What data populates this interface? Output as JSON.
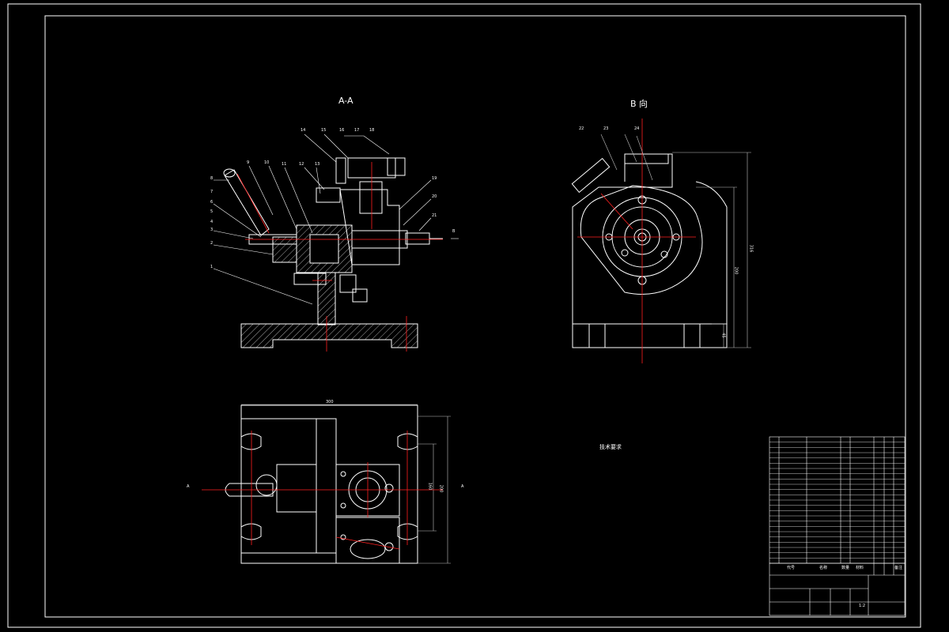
{
  "views": {
    "section_title": "A-A",
    "direction_title": "B 向"
  },
  "section_markers": {
    "a_left": "A",
    "a_right": "A",
    "b_arrow": "B"
  },
  "part_callouts": [
    "1",
    "2",
    "3",
    "4",
    "5",
    "6",
    "7",
    "8",
    "9",
    "10",
    "11",
    "12",
    "13",
    "14",
    "15",
    "16",
    "17",
    "18",
    "19",
    "20",
    "21",
    "22",
    "23",
    "24"
  ],
  "dimensions": {
    "top_width": "300",
    "side_height": "316",
    "side_inner": "200",
    "base_height": "45",
    "plan_inner": "160",
    "plan_outer": "200"
  },
  "technical_requirements": {
    "title": "技术要求",
    "lines": [
      "",
      "",
      "",
      "",
      ""
    ]
  },
  "title_block": {
    "headers": [
      "",
      "代号",
      "名称",
      "数量",
      "材料",
      "",
      "备注"
    ],
    "scale": "1:2"
  },
  "colors": {
    "background": "#000000",
    "line": "#ffffff",
    "centerline": "#ff2020",
    "hatch": "#d0d0d0",
    "dim": "#c0c0c0"
  }
}
